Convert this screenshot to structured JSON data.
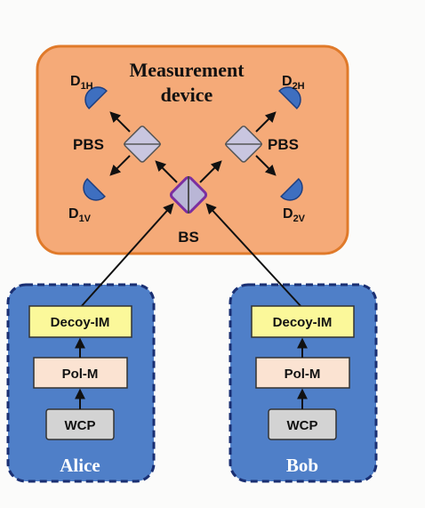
{
  "measurement": {
    "title_line1": "Measurement",
    "title_line2": "device",
    "detectors": {
      "d1h": {
        "base": "D",
        "sub": "1H"
      },
      "d2h": {
        "base": "D",
        "sub": "2H"
      },
      "d1v": {
        "base": "D",
        "sub": "1V"
      },
      "d2v": {
        "base": "D",
        "sub": "2V"
      }
    },
    "pbs_left_label": "PBS",
    "pbs_right_label": "PBS",
    "bs_label": "BS"
  },
  "senders": [
    {
      "name": "Alice",
      "modules": [
        "Decoy-IM",
        "Pol-M",
        "WCP"
      ]
    },
    {
      "name": "Bob",
      "modules": [
        "Decoy-IM",
        "Pol-M",
        "WCP"
      ]
    }
  ],
  "colors": {
    "measurement_fill": "#f5aa78",
    "measurement_border": "#e07a2a",
    "sender_fill": "#4f7fc8",
    "sender_border": "#1a2f72",
    "decoy_fill": "#fbf89a",
    "polm_fill": "#fbe3d2",
    "wcp_fill": "#d3d3d3",
    "detector_fill": "#3e6fc0",
    "pbs_fill": "#c9c6e0",
    "bs_border": "#7b2fa0"
  }
}
